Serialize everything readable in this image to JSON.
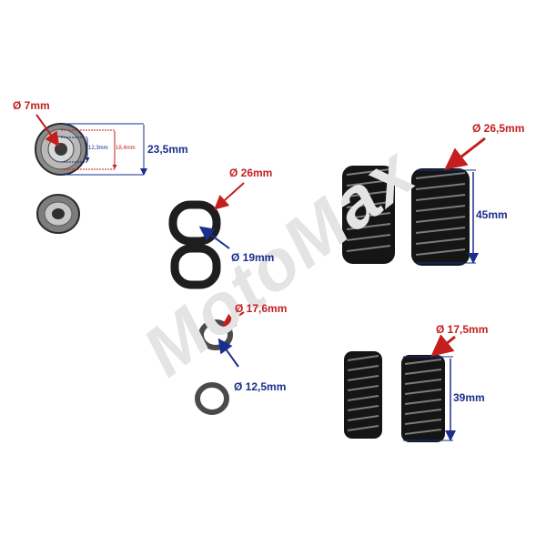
{
  "watermark": "MotoMax",
  "colors": {
    "red_arrow": "#c41e1e",
    "blue_arrow": "#1a2e8c",
    "part": "#1e1e1e"
  },
  "labels": {
    "cap_bore": "Ø 7mm",
    "cap_inner": "12,3mm",
    "cap_mid": "18,4mm",
    "cap_outer": "23,5mm",
    "seat_outer": "Ø 26mm",
    "seat_inner": "Ø 19mm",
    "washer_outer": "Ø 17,6mm",
    "washer_inner": "Ø 12,5mm",
    "big_spring_dia": "Ø 26,5mm",
    "big_spring_len": "45mm",
    "small_spring_dia": "Ø 17,5mm",
    "small_spring_len": "39mm"
  }
}
